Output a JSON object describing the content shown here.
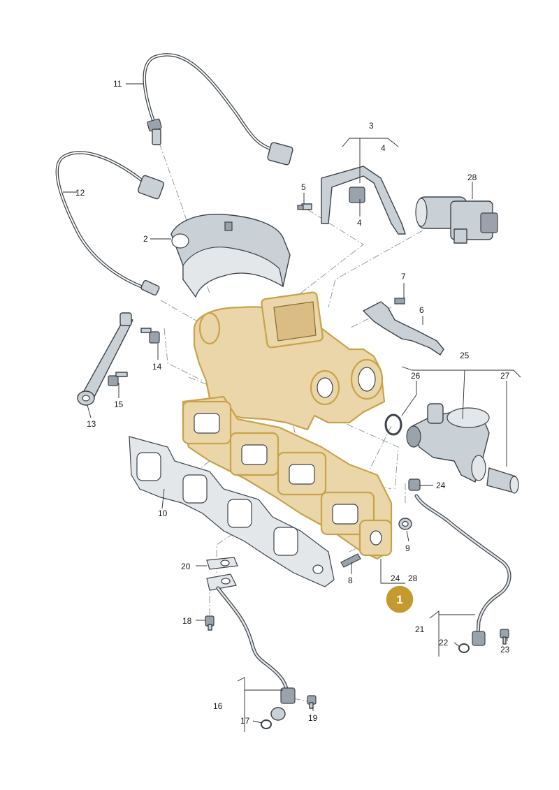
{
  "callouts": {
    "c1": "1",
    "c2": "2",
    "c3": "3",
    "c4a": "4",
    "c4b": "4",
    "c5": "5",
    "c6": "6",
    "c7": "7",
    "c8": "8",
    "c9": "9",
    "c10": "10",
    "c11": "11",
    "c12": "12",
    "c13": "13",
    "c14": "14",
    "c15": "15",
    "c16": "16",
    "c17": "17",
    "c18": "18",
    "c19": "19",
    "c20": "20",
    "c21": "21",
    "c22": "22",
    "c23": "23",
    "c24a": "24",
    "c24b": "24",
    "c25": "25",
    "c26": "26",
    "c27": "27",
    "c28a": "28",
    "c28b": "28"
  },
  "colors": {
    "highlight_fill": "#ead6a8",
    "highlight_stroke": "#c9a24a",
    "badge": "#c49a2e",
    "part": "#c9d0d6",
    "outline": "#3c434a"
  }
}
